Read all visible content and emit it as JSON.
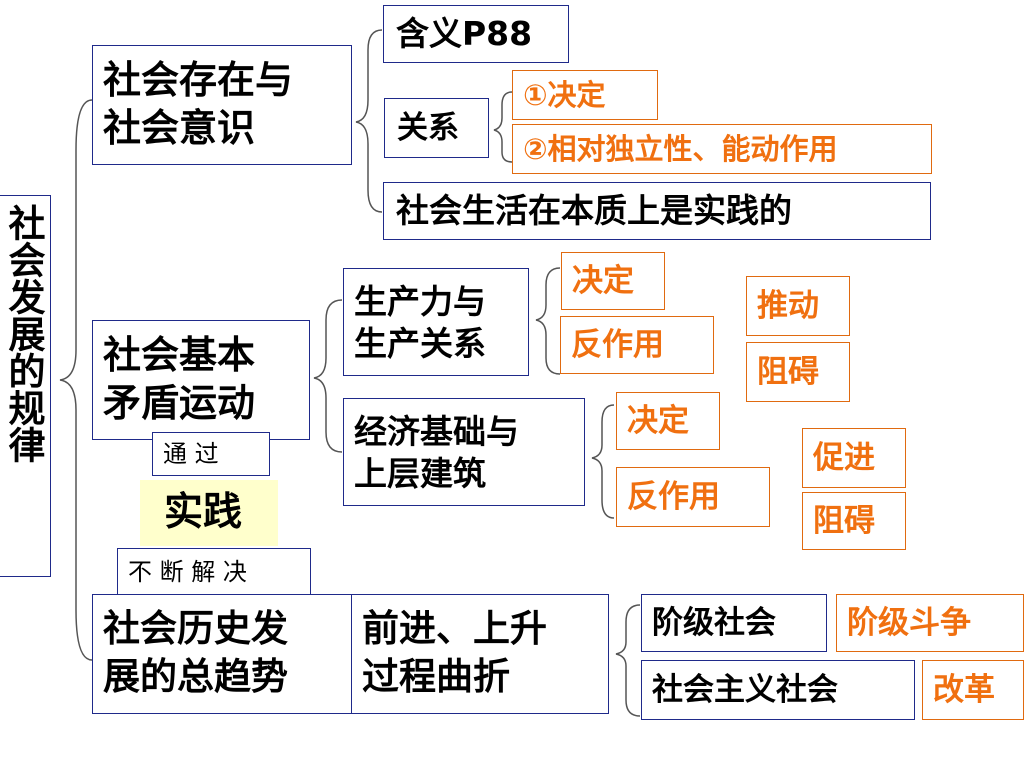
{
  "colors": {
    "frame": "#1f2a8a",
    "text": "#000000",
    "accent": "#f07010",
    "accent_border": "#e06a10",
    "practice_bg": "#ffffcc",
    "brace": "#555555"
  },
  "root": {
    "title": "社会发展的规律"
  },
  "branch1": {
    "title": "社会存在与\n社会意识",
    "meaning": "含义P88",
    "relation": "关系",
    "rel_items": [
      "①决定",
      "②相对独立性、能动作用"
    ],
    "essence": "社会生活在本质上是实践的"
  },
  "branch2": {
    "title": "社会基本\n矛盾运动",
    "via": "通 过",
    "practice": "实践",
    "resolve": "不 断 解 决",
    "pair1": {
      "title": "生产力与\n生产关系",
      "decide": "决定",
      "react": "反作用",
      "effects": [
        "推动",
        "阻碍"
      ]
    },
    "pair2": {
      "title": "经济基础与\n上层建筑",
      "decide": "决定",
      "react": "反作用",
      "effects": [
        "促进",
        "阻碍"
      ]
    }
  },
  "branch3": {
    "title": "社会历史发\n展的总趋势",
    "trend": "前进、上升\n过程曲折",
    "class_society": "阶级社会",
    "class_struggle": "阶级斗争",
    "socialist_society": "社会主义社会",
    "reform": "改革"
  }
}
